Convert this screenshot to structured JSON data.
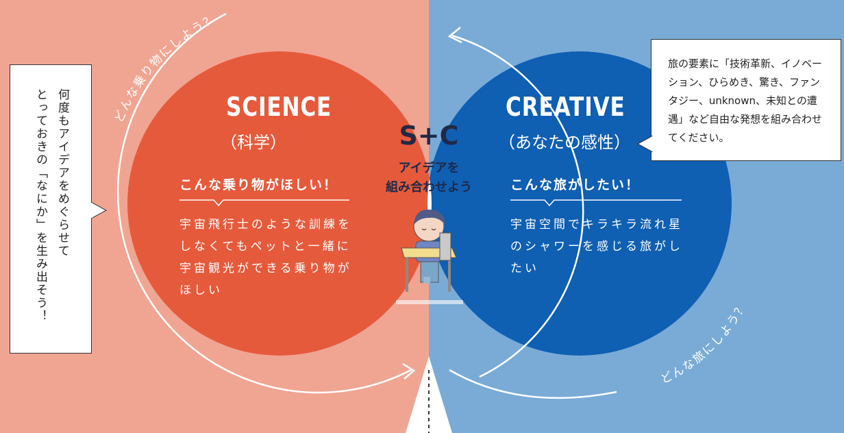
{
  "colors": {
    "left_bg": "#f0a593",
    "right_bg": "#79abd6",
    "science_circle": "#e65a3c",
    "creative_circle": "#0f5fb3",
    "center": "#ffffff",
    "center_text": "#1f2a48"
  },
  "arc_labels": {
    "top": "どんな乗り物にしよう？",
    "bottom": "どんな旅にしよう？"
  },
  "science": {
    "title": "SCIENCE",
    "subtitle": "（科学）",
    "heading": "こんな乗り物がほしい！",
    "body": "宇宙飛行士のような訓練をしなくてもペットと一緒に宇宙観光ができる乗り物がほしい"
  },
  "creative": {
    "title": "CREATIVE",
    "subtitle": "（あなたの感性）",
    "heading": "こんな旅がしたい！",
    "body": "宇宙空間でキラキラ流れ星のシャワーを感じる旅がしたい"
  },
  "center": {
    "title": "S+C",
    "caption_line1": "アイデアを",
    "caption_line2": "組み合わせよう",
    "illustration": "child-thinking-at-desk-illustration"
  },
  "callout_left": {
    "text": "何度もアイデアをめぐらせて\nとっておきの「なにか」を生み出そう！"
  },
  "callout_right": {
    "text": "旅の要素に「技術革新、イノベーション、ひらめき、驚き、ファンタジー、unknown、未知との遭遇」など自由な発想を組み合わせてください。"
  }
}
